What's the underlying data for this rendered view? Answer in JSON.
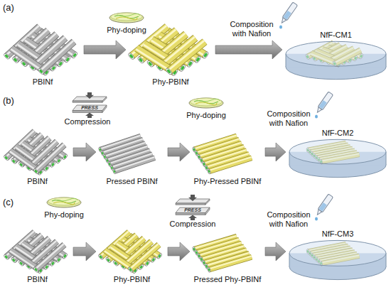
{
  "diagram": {
    "nodes": [
      {
        "text": [
          "PBINf"
        ]
      },
      {
        "text": [
          "Phy-PBINf"
        ]
      },
      {
        "text": [
          "NfF-CM1"
        ]
      },
      {
        "text": [
          "PBINf"
        ]
      },
      {
        "text": [
          "Pressed PBINf"
        ]
      },
      {
        "text": [
          "Phy-Pressed PBINf"
        ]
      },
      {
        "text": [
          "NfF-CM2"
        ]
      },
      {
        "text": [
          "PBINf"
        ]
      },
      {
        "text": [
          "Phy-PBINf"
        ]
      },
      {
        "text": [
          "Pressed Phy-PBINf"
        ]
      },
      {
        "text": [
          "NfF-CM3"
        ]
      }
    ],
    "edges": [
      {
        "from": 0,
        "to": 1,
        "arrow": "to",
        "label": "Phy-doping"
      },
      {
        "from": 1,
        "to": 2,
        "arrow": "to",
        "label": "Composition with Nafion"
      },
      {
        "from": 3,
        "to": 4,
        "arrow": "to",
        "label": "Compression"
      },
      {
        "from": 4,
        "to": 5,
        "arrow": "to",
        "label": "Phy-doping"
      },
      {
        "from": 5,
        "to": 6,
        "arrow": "to",
        "label": "Composition with Nafion"
      },
      {
        "from": 7,
        "to": 8,
        "arrow": "to",
        "label": "Phy-doping"
      },
      {
        "from": 8,
        "to": 9,
        "arrow": "to",
        "label": "Compression"
      },
      {
        "from": 9,
        "to": 10,
        "arrow": "to",
        "label": "Composition with Nafion"
      }
    ],
    "labels": [
      "(a)",
      "(b)",
      "PRESS",
      "(c)",
      "PRESS"
    ]
  }
}
